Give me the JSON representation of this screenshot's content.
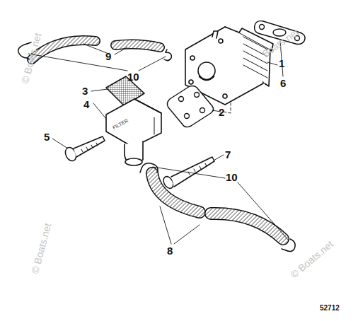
{
  "diagram": {
    "labels": [
      "9",
      "10",
      "6",
      "1",
      "3",
      "2",
      "4",
      "5",
      "7",
      "10",
      "8",
      "52712",
      "FILTER",
      "© Boats.net",
      "Boats.net",
      "© Boats.net",
      "© Boats.net"
    ]
  }
}
